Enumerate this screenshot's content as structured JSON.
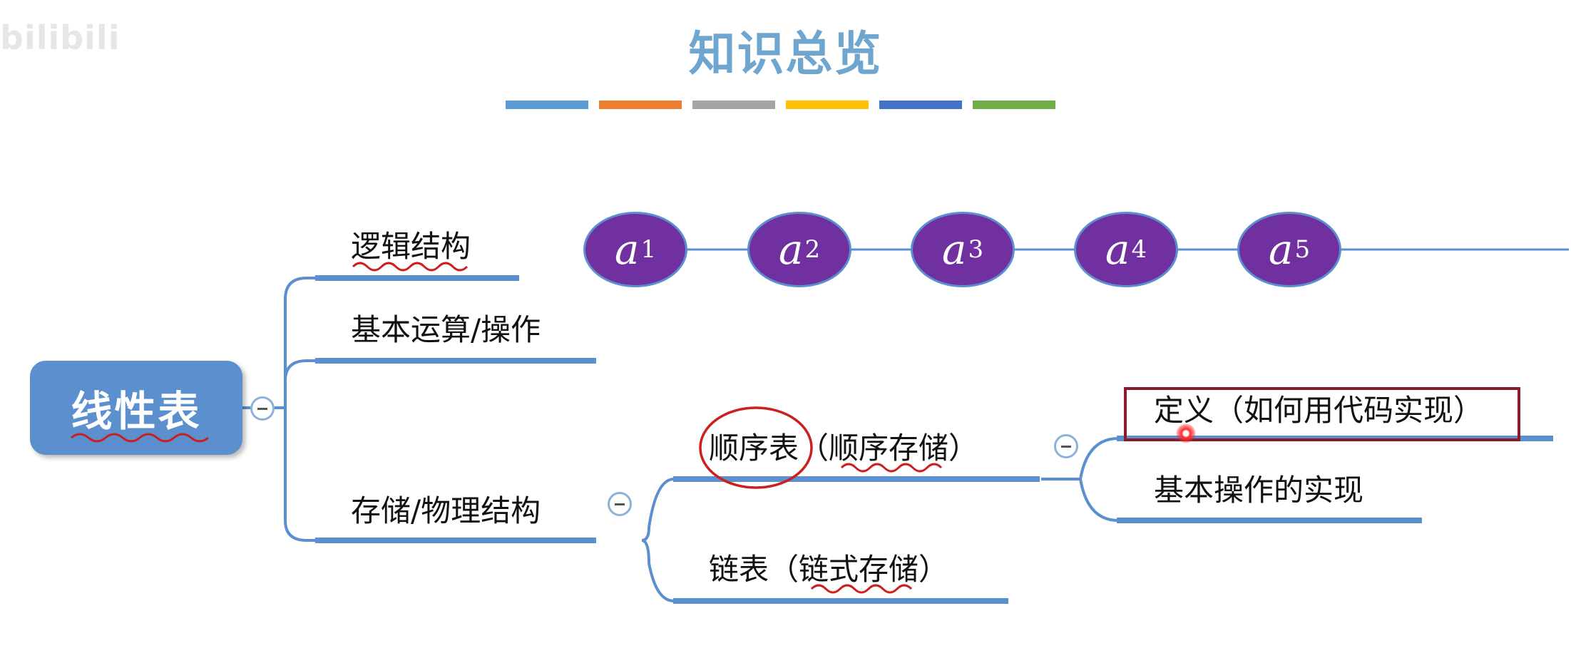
{
  "watermark": "bilibili",
  "title": "知识总览",
  "color_bars": [
    "#5b9bd5",
    "#ed7d31",
    "#a5a5a5",
    "#ffc000",
    "#4472c4",
    "#70ad47"
  ],
  "root": {
    "label": "线性表"
  },
  "branches": {
    "logic": "逻辑结构",
    "ops": "基本运算/操作",
    "storage": "存储/物理结构"
  },
  "storage_children": {
    "sequential": "顺序表（顺序存储）",
    "linked": "链表（链式存储）"
  },
  "sequential_children": {
    "definition": "定义（如何用代码实现）",
    "basic_ops": "基本操作的实现"
  },
  "sequence": {
    "base": "a",
    "indices": [
      "1",
      "2",
      "3",
      "4",
      "5"
    ]
  }
}
